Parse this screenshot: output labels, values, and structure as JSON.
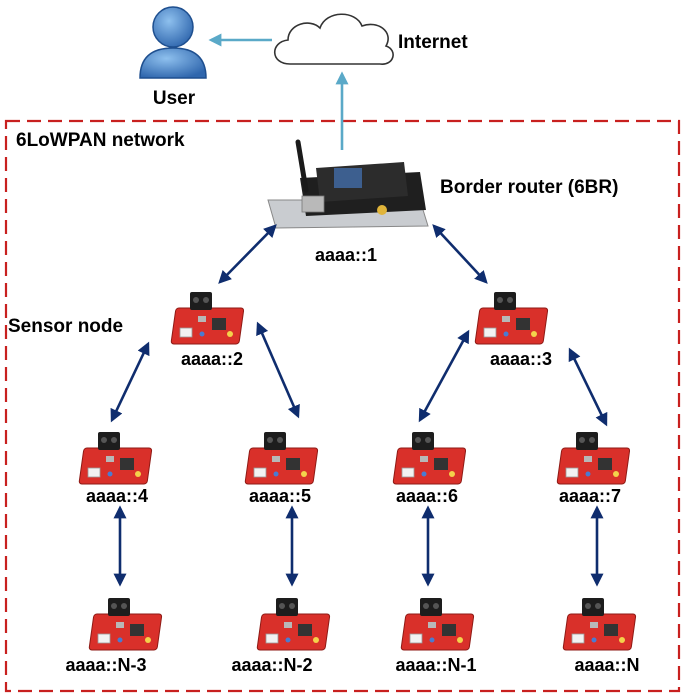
{
  "labels": {
    "user": "User",
    "internet": "Internet",
    "network": "6LoWPAN network",
    "border_router": "Border router (6BR)",
    "sensor_node": "Sensor node"
  },
  "nodes": [
    {
      "id": "n1",
      "address": "aaaa::1"
    },
    {
      "id": "n2",
      "address": "aaaa::2"
    },
    {
      "id": "n3",
      "address": "aaaa::3"
    },
    {
      "id": "n4",
      "address": "aaaa::4"
    },
    {
      "id": "n5",
      "address": "aaaa::5"
    },
    {
      "id": "n6",
      "address": "aaaa::6"
    },
    {
      "id": "n7",
      "address": "aaaa::7"
    },
    {
      "id": "n8",
      "address": "aaaa::N-3"
    },
    {
      "id": "n9",
      "address": "aaaa::N-2"
    },
    {
      "id": "n10",
      "address": "aaaa::N-1"
    },
    {
      "id": "n11",
      "address": "aaaa::N"
    }
  ],
  "links": [
    {
      "from": "n1",
      "to": "n2"
    },
    {
      "from": "n1",
      "to": "n3"
    },
    {
      "from": "n2",
      "to": "n4"
    },
    {
      "from": "n2",
      "to": "n5"
    },
    {
      "from": "n3",
      "to": "n6"
    },
    {
      "from": "n3",
      "to": "n7"
    },
    {
      "from": "n4",
      "to": "n8"
    },
    {
      "from": "n5",
      "to": "n9"
    },
    {
      "from": "n6",
      "to": "n10"
    },
    {
      "from": "n7",
      "to": "n11"
    }
  ],
  "colors": {
    "network_border": "#c8201f",
    "link_arrow": "#0f2d6e",
    "uplink_arrow": "#5aa9c8",
    "user_icon": "#3a73b8",
    "board_red": "#d9302a"
  }
}
